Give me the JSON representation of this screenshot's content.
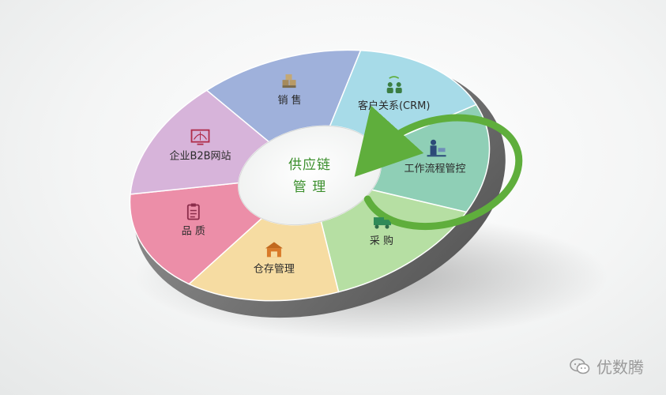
{
  "diagram": {
    "center": {
      "line1": "供应链",
      "line2": "管 理"
    },
    "segments": [
      {
        "id": "sales",
        "label": "销 售",
        "color": "#9fb1db",
        "icon": "boxes-icon"
      },
      {
        "id": "crm",
        "label": "客户关系(CRM)",
        "color": "#a7dbe8",
        "icon": "users-exchange-icon"
      },
      {
        "id": "workflow",
        "label": "工作流程管控",
        "color": "#8fcfb6",
        "icon": "worker-conveyor-icon"
      },
      {
        "id": "purchase",
        "label": "采 购",
        "color": "#b6dfa3",
        "icon": "delivery-truck-icon"
      },
      {
        "id": "warehouse",
        "label": "仓存管理",
        "color": "#f6dca2",
        "icon": "warehouse-icon"
      },
      {
        "id": "quality",
        "label": "品 质",
        "color": "#ec8ea8",
        "icon": "clipboard-icon"
      },
      {
        "id": "b2b",
        "label": "企业B2B网站",
        "color": "#d7b4da",
        "icon": "monitor-globe-icon"
      }
    ],
    "accent": "#5fae3c"
  },
  "watermark": {
    "text": "优数腾",
    "icon": "wechat-icon"
  }
}
